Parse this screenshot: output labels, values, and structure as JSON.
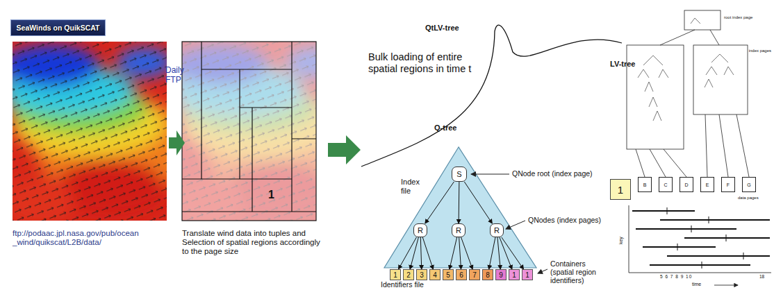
{
  "diagram": {
    "nodes": [
      {
        "text": [
          "SeaWinds on QuikSCAT"
        ]
      },
      {
        "text": [
          "S"
        ]
      },
      {
        "text": [
          "R"
        ]
      },
      {
        "text": [
          "R"
        ]
      },
      {
        "text": [
          "R"
        ]
      },
      {
        "text": [
          "1"
        ]
      },
      {
        "text": [
          "2"
        ]
      },
      {
        "text": [
          "3"
        ]
      },
      {
        "text": [
          "4"
        ]
      },
      {
        "text": [
          "5"
        ]
      },
      {
        "text": [
          "6"
        ]
      },
      {
        "text": [
          "7"
        ]
      },
      {
        "text": [
          "8"
        ]
      },
      {
        "text": [
          "9"
        ]
      },
      {
        "text": [
          "1"
        ]
      },
      {
        "text": [
          "1"
        ]
      },
      {
        "text": [
          "1"
        ]
      },
      {
        "text": [
          "B"
        ]
      },
      {
        "text": [
          "C"
        ]
      },
      {
        "text": [
          "D"
        ]
      },
      {
        "text": [
          "E"
        ]
      },
      {
        "text": [
          "F"
        ]
      },
      {
        "text": [
          "G"
        ]
      }
    ],
    "edges": [
      {
        "from": 1,
        "to": 2,
        "arrow": "to"
      },
      {
        "from": 1,
        "to": 3,
        "arrow": "to"
      },
      {
        "from": 1,
        "to": 4,
        "arrow": "to"
      },
      {
        "from": 2,
        "to": 5,
        "arrow": "to"
      },
      {
        "from": 2,
        "to": 6,
        "arrow": "to"
      },
      {
        "from": 2,
        "to": 7,
        "arrow": "to"
      },
      {
        "from": 2,
        "to": 8,
        "arrow": "to"
      },
      {
        "from": 3,
        "to": 9,
        "arrow": "to"
      },
      {
        "from": 3,
        "to": 10,
        "arrow": "to"
      },
      {
        "from": 3,
        "to": 11,
        "arrow": "to"
      },
      {
        "from": 4,
        "to": 12,
        "arrow": "to"
      },
      {
        "from": 4,
        "to": 13,
        "arrow": "to"
      },
      {
        "from": 4,
        "to": 14,
        "arrow": "to"
      },
      {
        "from": 4,
        "to": 15,
        "arrow": "to"
      }
    ],
    "labels": [
      "Daily FTP",
      "ftp://podaac.jpl.nasa.gov/pub/ocean _wind/quikscat/L2B/data/",
      "1",
      "Translate wind data into tuples and Selection of spatial regions accordingly to the page size",
      "QtLV-tree",
      "Bulk loading of entire spatial regions in time t",
      "Q-tree",
      "Index file",
      "QNode root (index page)",
      "QNodes (index pages)",
      "Containers (spatial region identifiers)",
      "Identifiers file",
      "LV-tree",
      "root index page",
      "index pages",
      "data pages",
      "key",
      "time",
      "5 6 7 8 9 10",
      "18"
    ]
  }
}
